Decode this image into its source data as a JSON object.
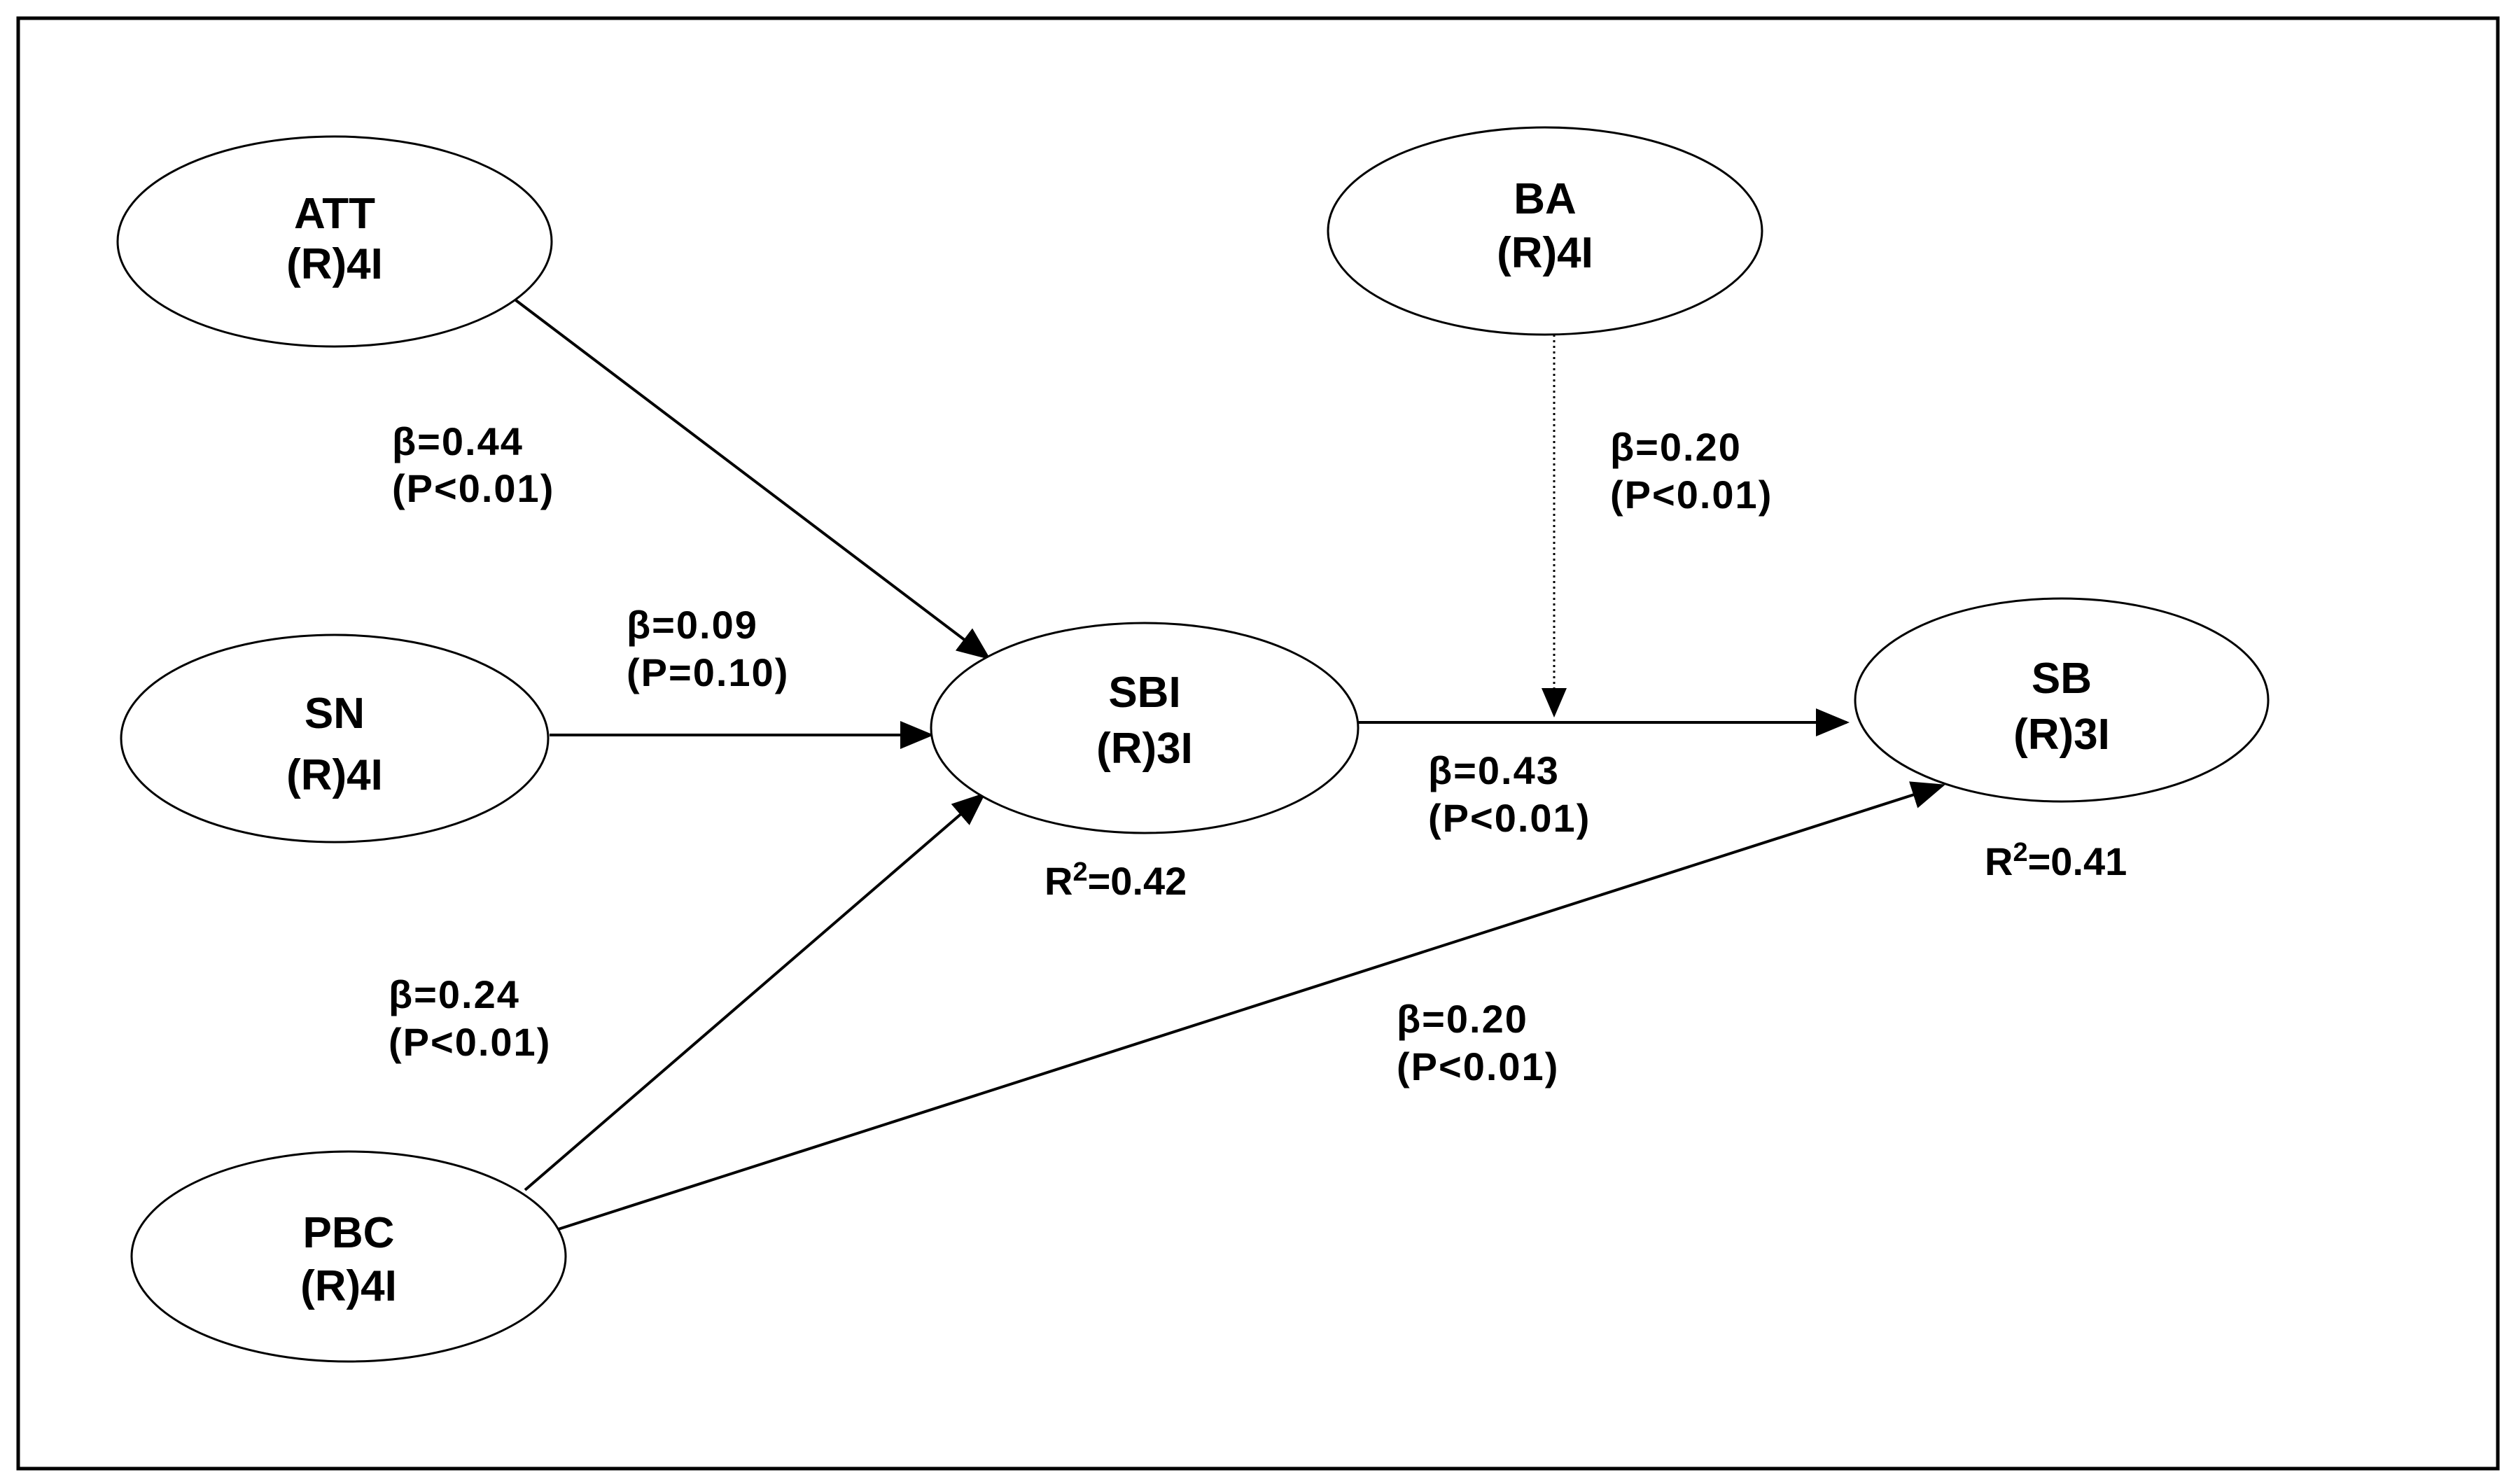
{
  "nodes": {
    "att": {
      "name": "ATT",
      "detail": "(R)4I"
    },
    "sn": {
      "name": "SN",
      "detail": "(R)4I"
    },
    "pbc": {
      "name": "PBC",
      "detail": "(R)4I"
    },
    "ba": {
      "name": "BA",
      "detail": "(R)4I"
    },
    "sbi": {
      "name": "SBI",
      "detail": "(R)3I"
    },
    "sb": {
      "name": "SB",
      "detail": "(R)3I"
    }
  },
  "paths": {
    "att_sbi": {
      "from": "ATT",
      "to": "SBI",
      "beta": "β=0.44",
      "p": "(P<0.01)"
    },
    "sn_sbi": {
      "from": "SN",
      "to": "SBI",
      "beta": "β=0.09",
      "p": "(P=0.10)"
    },
    "pbc_sbi": {
      "from": "PBC",
      "to": "SBI",
      "beta": "β=0.24",
      "p": "(P<0.01)"
    },
    "ba_moderation": {
      "from": "BA",
      "to": "SBI→SB",
      "beta": "β=0.20",
      "p": "(P<0.01)",
      "style": "dotted"
    },
    "sbi_sb": {
      "from": "SBI",
      "to": "SB",
      "beta": "β=0.43",
      "p": "(P<0.01)"
    },
    "pbc_sb": {
      "from": "PBC",
      "to": "SB",
      "beta": "β=0.20",
      "p": "(P<0.01)"
    }
  },
  "r_squared": {
    "sbi": {
      "prefix": "R",
      "sup": "2",
      "value": "=0.42"
    },
    "sb": {
      "prefix": "R",
      "sup": "2",
      "value": "=0.41"
    }
  }
}
